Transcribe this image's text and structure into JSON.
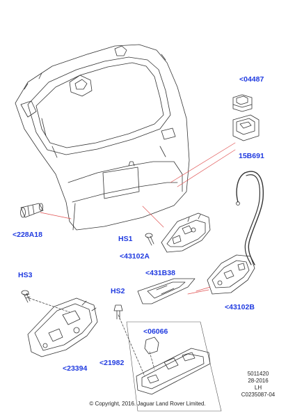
{
  "callouts": {
    "c1": "<04487",
    "c2": "15B691",
    "c3": "<228A18",
    "c4": "HS1",
    "c5": "<43102A",
    "c6": "<431B38",
    "c7": "<43102B",
    "c8": "HS3",
    "c9": "HS2",
    "c10": "<06066",
    "c11": "<21982",
    "c12": "<23394"
  },
  "meta": {
    "line1": "5011420",
    "line2": "28-2016",
    "line3": "LH",
    "line4": "C0235087-04"
  },
  "copyright": "© Copyright, 2016. Jaguar Land Rover Limited.",
  "colors": {
    "callout": "#1f3ae0",
    "leader": "#e05050",
    "line": "#333333"
  }
}
